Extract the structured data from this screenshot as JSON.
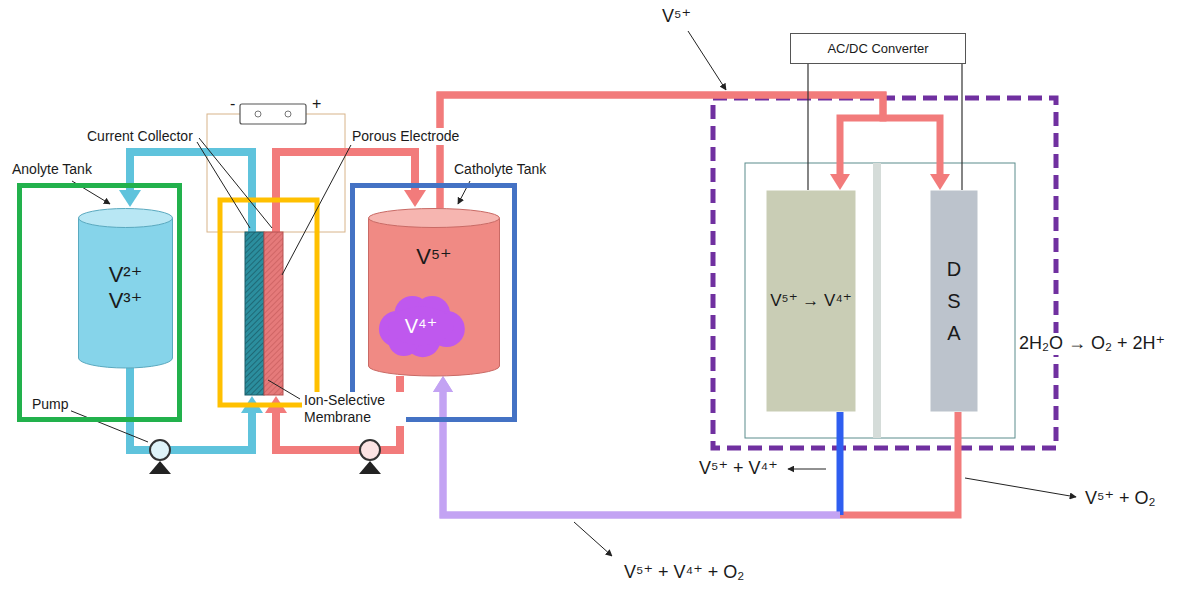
{
  "diagram": {
    "nodes": [
      {
        "text": [
          "Anolyte Tank"
        ]
      },
      {
        "text": [
          "V²⁺ V³⁺"
        ],
        "in": 0
      },
      {
        "text": [
          "Catholyte Tank"
        ]
      },
      {
        "text": [
          "V⁵⁺"
        ],
        "in": 2
      },
      {
        "text": [
          "V⁴⁺"
        ],
        "in": 3
      },
      {
        "text": [
          "AC/DC Converter"
        ]
      },
      {
        "text": [
          "V⁵⁺ → V⁴⁺"
        ]
      },
      {
        "text": [
          "D S A"
        ]
      }
    ],
    "edges": [
      {
        "from": 3,
        "to": 6,
        "arrow": "to"
      },
      {
        "from": 3,
        "to": 7,
        "arrow": "to"
      },
      {
        "from": 6,
        "to": 3,
        "arrow": "to"
      },
      {
        "from": 7,
        "to": 3,
        "arrow": "to"
      },
      {
        "from": 5,
        "to": 6,
        "arrow": "none"
      },
      {
        "from": 5,
        "to": 7,
        "arrow": "none"
      }
    ],
    "labels": [
      "-",
      "+",
      "Current Collector",
      "Porous Electrode",
      "Pump",
      "Ion-Selective Membrane",
      "V⁵⁺",
      "2H₂O → O₂ + 2H⁺",
      "V⁵⁺ + V⁴⁺",
      "V⁵⁺ + O₂",
      "V⁵⁺ + V⁴⁺ + O₂"
    ]
  }
}
